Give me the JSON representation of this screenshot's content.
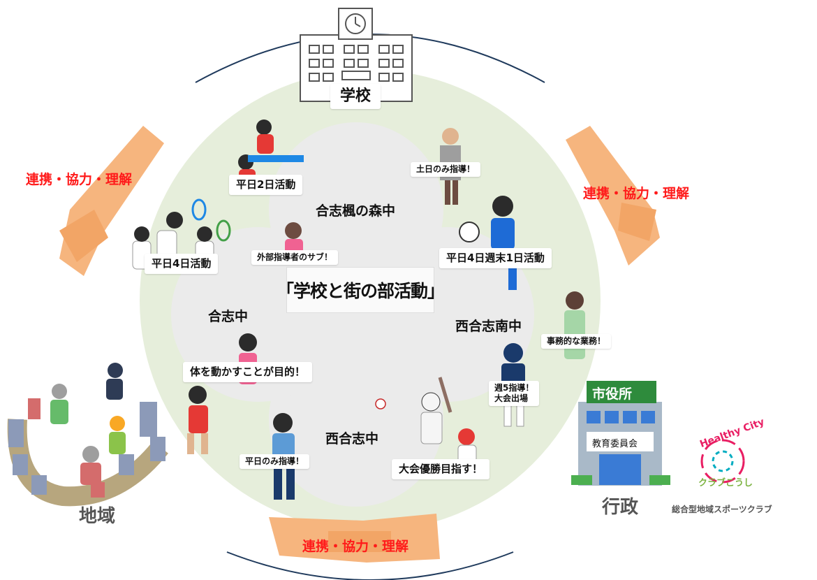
{
  "title": "「学校と街の部活動」",
  "sectors": {
    "school": "学校",
    "community": "地域",
    "government": "行政"
  },
  "cooperation": {
    "left": "連携・協力・理解",
    "right": "連携・協力・理解",
    "bottom": "連携・協力・理解"
  },
  "schools": {
    "kaede": "合志楓の森中",
    "koshi": "合志中",
    "nishi_minami": "西合志南中",
    "nishi": "西合志中"
  },
  "labels": {
    "weekday2": "平日2日活動",
    "weekend_only": "土日のみ指導！",
    "weekday4_left": "平日4日活動",
    "sub_instructor": "外部指導者のサブ！",
    "weekday4_weekend1": "平日4日週末1日活動",
    "clerical": "事務的な業務！",
    "body_goal": "体を動かすことが目的！",
    "five_days": "週5指導！\n大会出場",
    "weekday_only": "平日のみ指導！",
    "championship": "大会優勝目指す！"
  },
  "city_hall": {
    "sign": "市役所",
    "board": "教育委員会"
  },
  "logo": {
    "text_top": "Healthy City",
    "text_side": "クラブこうし",
    "caption": "総合型地域スポーツクラブ"
  },
  "colors": {
    "circle": "#e6eedb",
    "clover": "#ebebeb",
    "accent_red": "#ff1a1a",
    "hand": "#f6b57e",
    "arc": "#1f3a5c"
  }
}
